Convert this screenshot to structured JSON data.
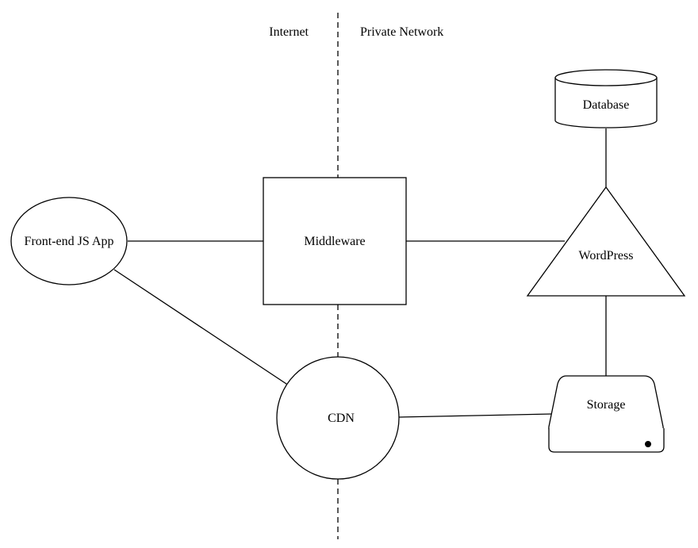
{
  "zones": {
    "left": "Internet",
    "right": "Private Network"
  },
  "nodes": {
    "frontend": "Front-end JS App",
    "middleware": "Middleware",
    "database": "Database",
    "wordpress": "WordPress",
    "cdn": "CDN",
    "storage": "Storage"
  },
  "edges": [
    {
      "from": "Front-end JS App",
      "to": "Middleware"
    },
    {
      "from": "Front-end JS App",
      "to": "CDN"
    },
    {
      "from": "Middleware",
      "to": "WordPress"
    },
    {
      "from": "Database",
      "to": "WordPress"
    },
    {
      "from": "WordPress",
      "to": "Storage"
    },
    {
      "from": "CDN",
      "to": "Storage"
    }
  ]
}
